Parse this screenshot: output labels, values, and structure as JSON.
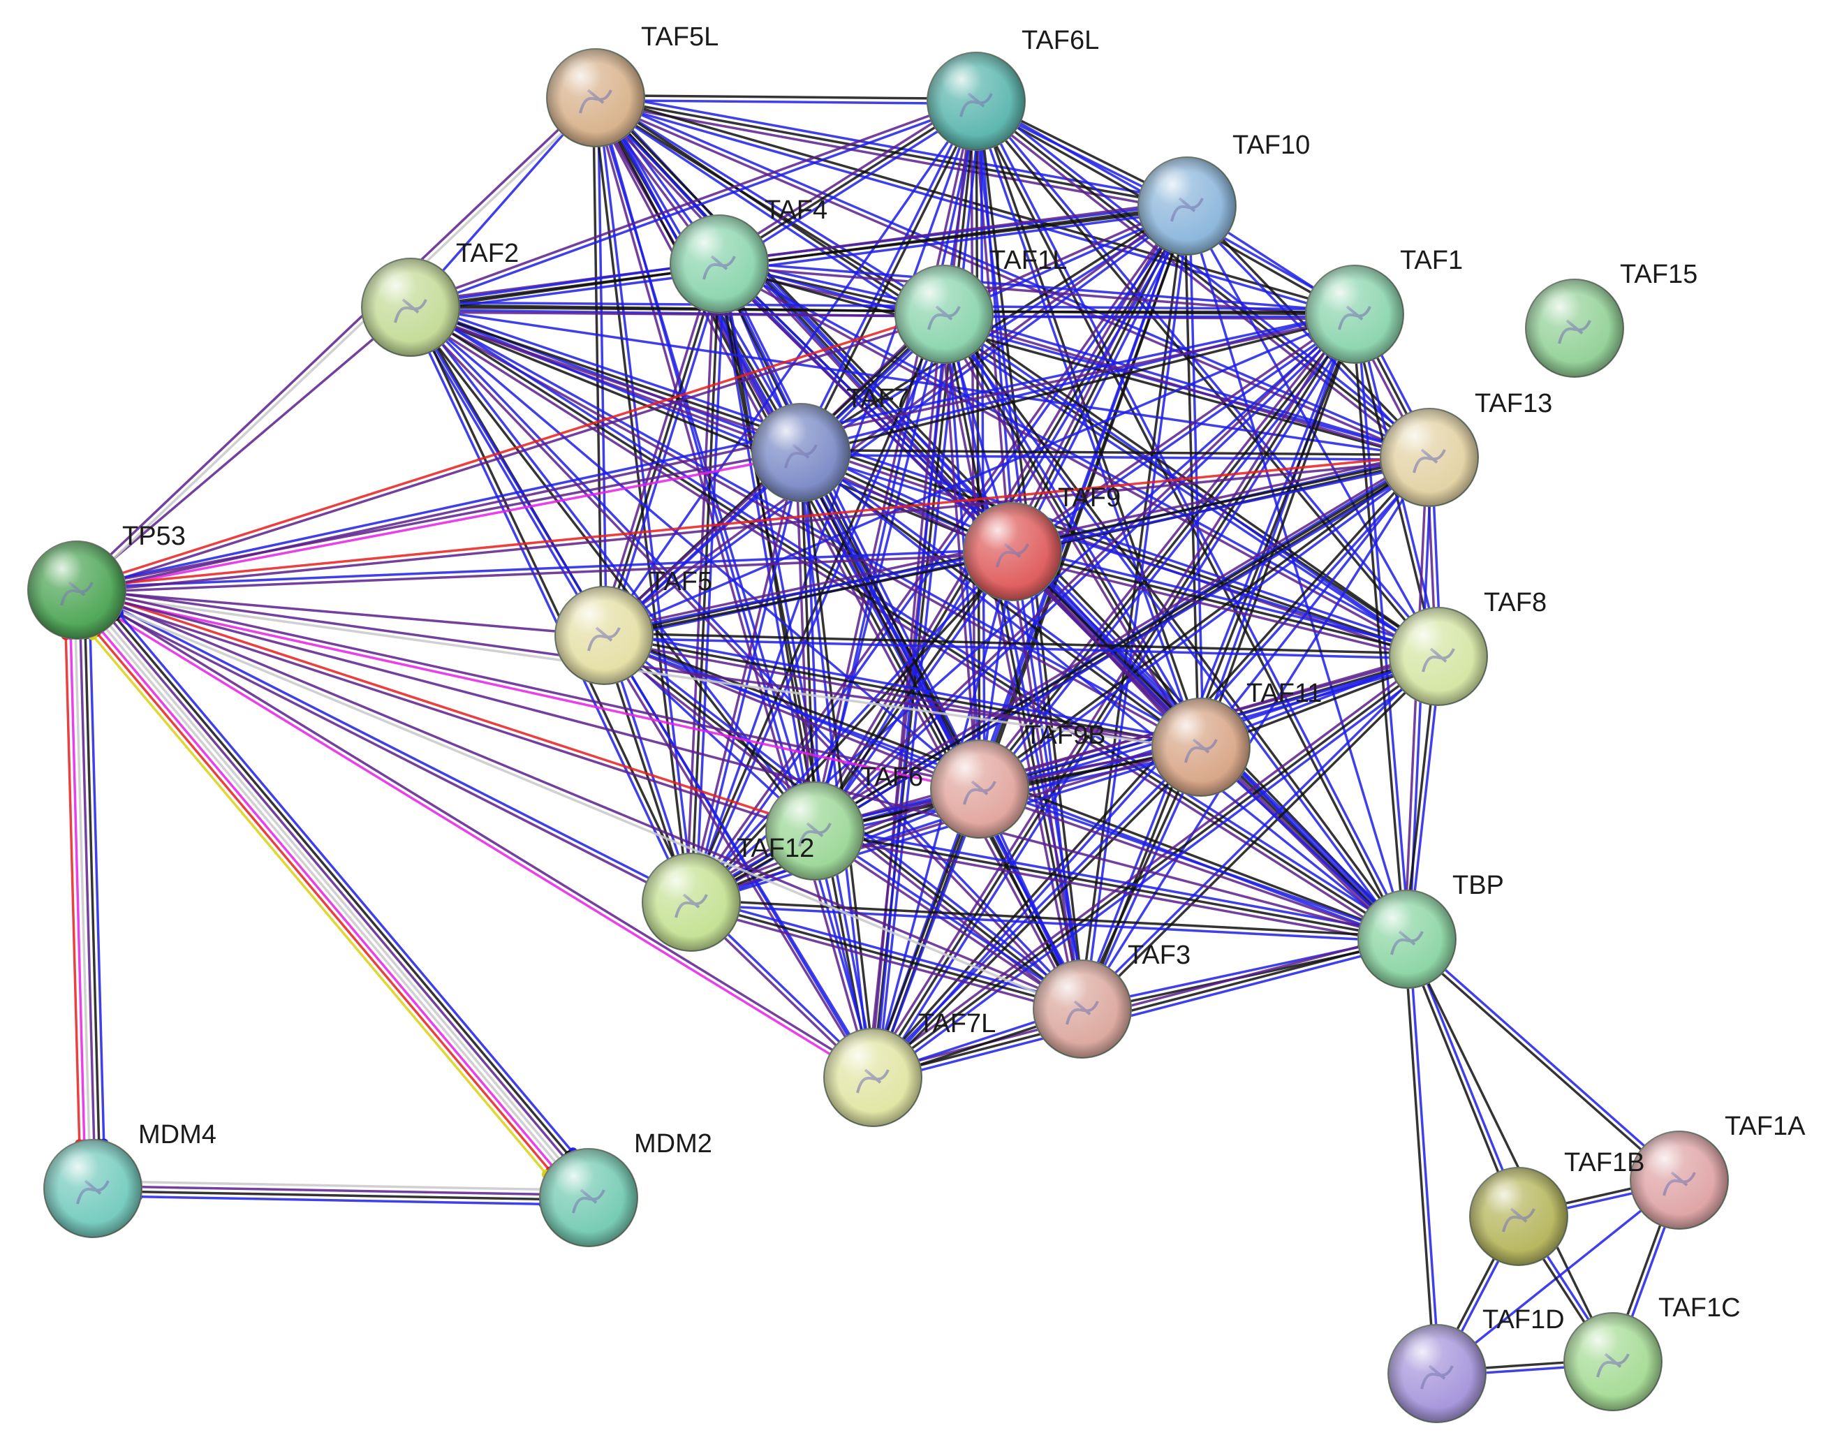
{
  "network": {
    "nodes": [
      {
        "id": "TAF5L",
        "label": "TAF5L",
        "color": "#d9b48f"
      },
      {
        "id": "TAF6L",
        "label": "TAF6L",
        "color": "#5fb8b0"
      },
      {
        "id": "TAF10",
        "label": "TAF10",
        "color": "#8fb8dc"
      },
      {
        "id": "TAF4",
        "label": "TAF4",
        "color": "#8fd6b0"
      },
      {
        "id": "TAF2",
        "label": "TAF2",
        "color": "#c5dc9a"
      },
      {
        "id": "TAF1L",
        "label": "TAF1L",
        "color": "#8fd6b0"
      },
      {
        "id": "TAF1",
        "label": "TAF1",
        "color": "#8fd6b0"
      },
      {
        "id": "TAF15",
        "label": "TAF15",
        "color": "#96d29a"
      },
      {
        "id": "TAF7",
        "label": "TAF7",
        "color": "#7f8ec8"
      },
      {
        "id": "TAF13",
        "label": "TAF13",
        "color": "#e3d3a6"
      },
      {
        "id": "TP53",
        "label": "TP53",
        "color": "#52a85a"
      },
      {
        "id": "TAF9",
        "label": "TAF9",
        "color": "#e06060"
      },
      {
        "id": "TAF5",
        "label": "TAF5",
        "color": "#e6e0a8"
      },
      {
        "id": "TAF8",
        "label": "TAF8",
        "color": "#d6e6a6"
      },
      {
        "id": "TAF11",
        "label": "TAF11",
        "color": "#d9a88a"
      },
      {
        "id": "TAF9B",
        "label": "TAF9B",
        "color": "#e2a8a0"
      },
      {
        "id": "TAF6",
        "label": "TAF6",
        "color": "#9fd89a"
      },
      {
        "id": "TAF12",
        "label": "TAF12",
        "color": "#c6e296"
      },
      {
        "id": "TBP",
        "label": "TBP",
        "color": "#8fd6a6"
      },
      {
        "id": "TAF3",
        "label": "TAF3",
        "color": "#dcaaa0"
      },
      {
        "id": "TAF7L",
        "label": "TAF7L",
        "color": "#e2e6a6"
      },
      {
        "id": "MDM4",
        "label": "MDM4",
        "color": "#78ccc0"
      },
      {
        "id": "MDM2",
        "label": "MDM2",
        "color": "#78ccb4"
      },
      {
        "id": "TAF1A",
        "label": "TAF1A",
        "color": "#e0a6a8"
      },
      {
        "id": "TAF1B",
        "label": "TAF1B",
        "color": "#b8b862"
      },
      {
        "id": "TAF1C",
        "label": "TAF1C",
        "color": "#a8dc98"
      },
      {
        "id": "TAF1D",
        "label": "TAF1D",
        "color": "#a898dc"
      }
    ],
    "edge_colors": {
      "blue": "#1f1fe6",
      "black": "#111111",
      "purple": "#5a1e8c",
      "red": "#e61e1e",
      "magenta": "#e61ee6",
      "gray": "#c8c8c8",
      "yellow": "#d8d010",
      "green": "#22d022"
    }
  }
}
